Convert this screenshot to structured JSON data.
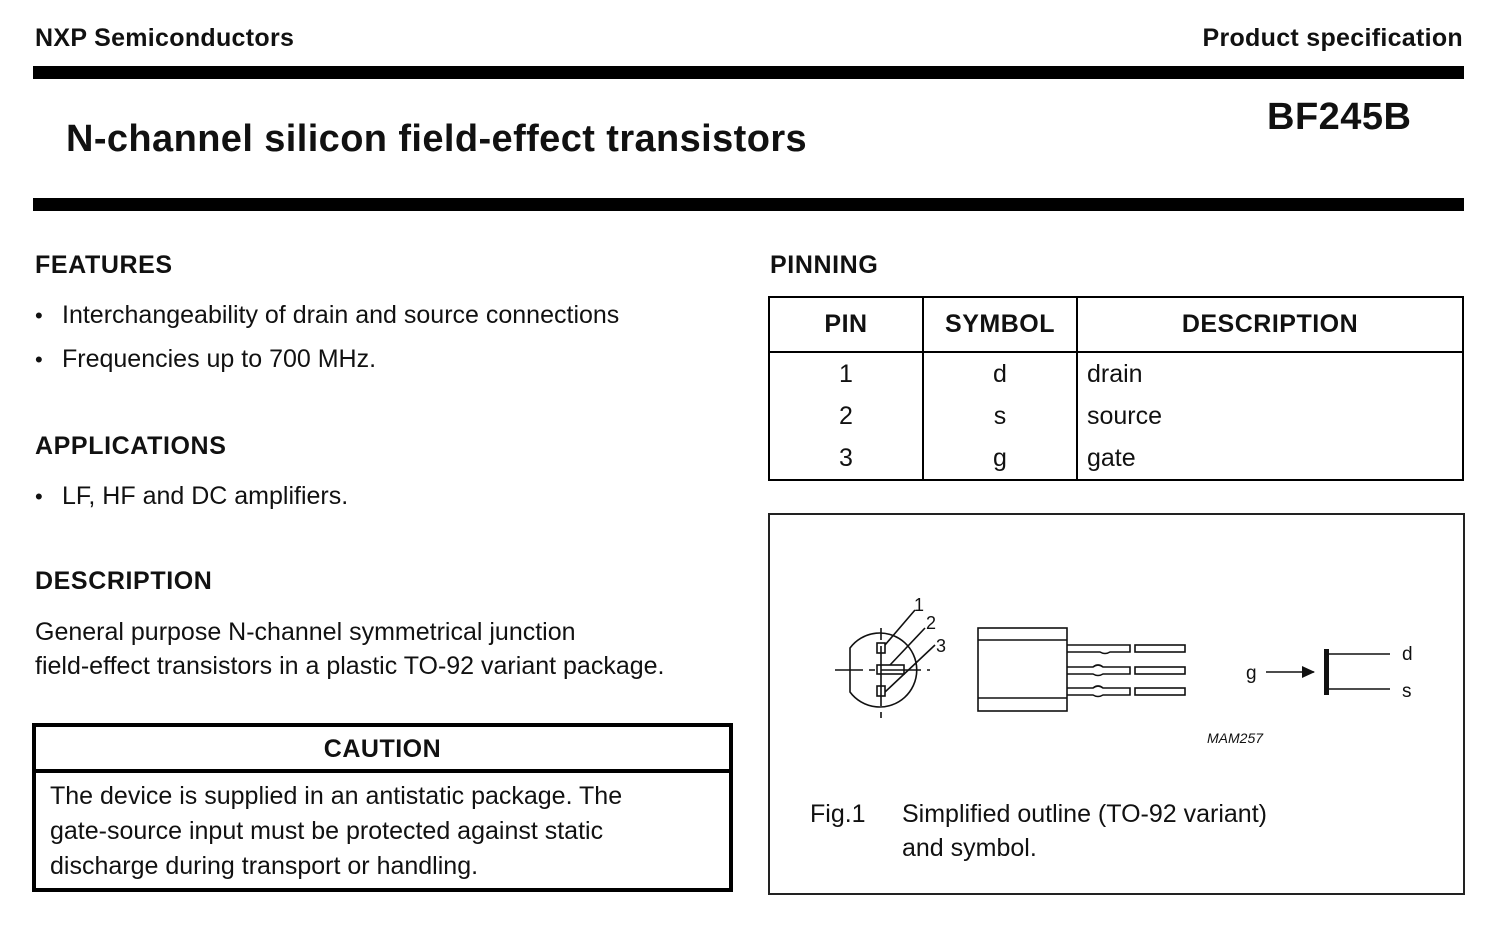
{
  "header": {
    "company": "NXP Semiconductors",
    "doc_type": "Product specification",
    "title": "N-channel silicon field-effect transistors",
    "part_number": "BF245B"
  },
  "features": {
    "heading": "FEATURES",
    "items": [
      "Interchangeability of drain and source connections",
      "Frequencies up to 700 MHz."
    ]
  },
  "applications": {
    "heading": "APPLICATIONS",
    "items": [
      "LF, HF and DC amplifiers."
    ]
  },
  "description": {
    "heading": "DESCRIPTION",
    "lines": [
      "General purpose N-channel symmetrical junction",
      "field-effect transistors in a plastic TO-92 variant package."
    ]
  },
  "caution": {
    "heading": "CAUTION",
    "lines": [
      "The device is supplied in an antistatic package. The",
      "gate-source input must be protected against static",
      "discharge during transport or handling."
    ]
  },
  "pinning": {
    "heading": "PINNING",
    "columns": [
      "PIN",
      "SYMBOL",
      "DESCRIPTION"
    ],
    "rows": [
      {
        "pin": "1",
        "symbol": "d",
        "description": "drain"
      },
      {
        "pin": "2",
        "symbol": "s",
        "description": "source"
      },
      {
        "pin": "3",
        "symbol": "g",
        "description": "gate"
      }
    ]
  },
  "figure": {
    "pin_labels": [
      "1",
      "2",
      "3"
    ],
    "symbol_labels": {
      "gate": "g",
      "drain": "d",
      "source": "s"
    },
    "code": "MAM257",
    "number": "Fig.1",
    "caption_lines": [
      "Simplified outline (TO-92 variant)",
      "and symbol."
    ]
  }
}
